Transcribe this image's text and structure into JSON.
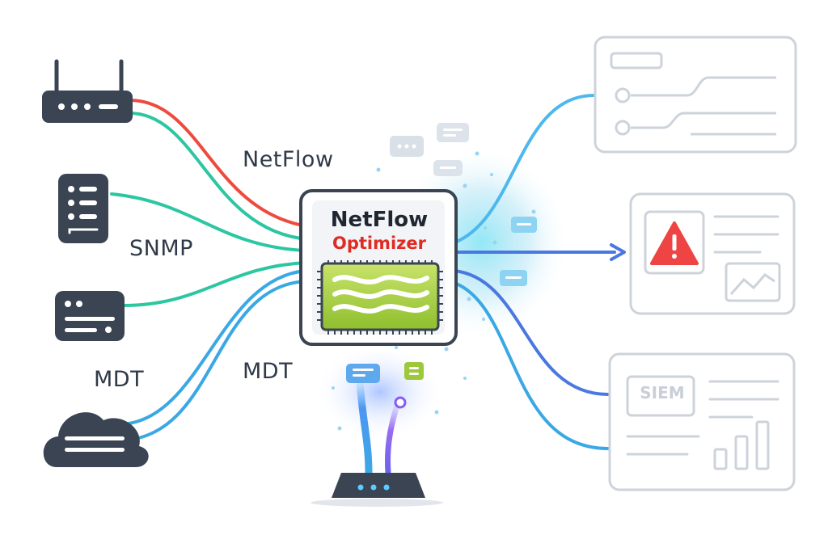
{
  "labels": {
    "netflow": "NetFlow",
    "snmp": "SNMP",
    "mdt_left": "MDT",
    "mdt_center": "MDT"
  },
  "core": {
    "title_line1": "NetFlow",
    "title_line2": "Optimizer"
  },
  "destinations": {
    "siem_label": "SIEM"
  },
  "colors": {
    "dark": "#3a4452",
    "red": "#ee4b3e",
    "teal": "#2cc6a2",
    "blue": "#3aa8e4",
    "indigo": "#4a78e0",
    "purple": "#8a5cf0",
    "green": "#9cc83a",
    "outline": "#cdd3db",
    "alert": "#ef4444"
  }
}
